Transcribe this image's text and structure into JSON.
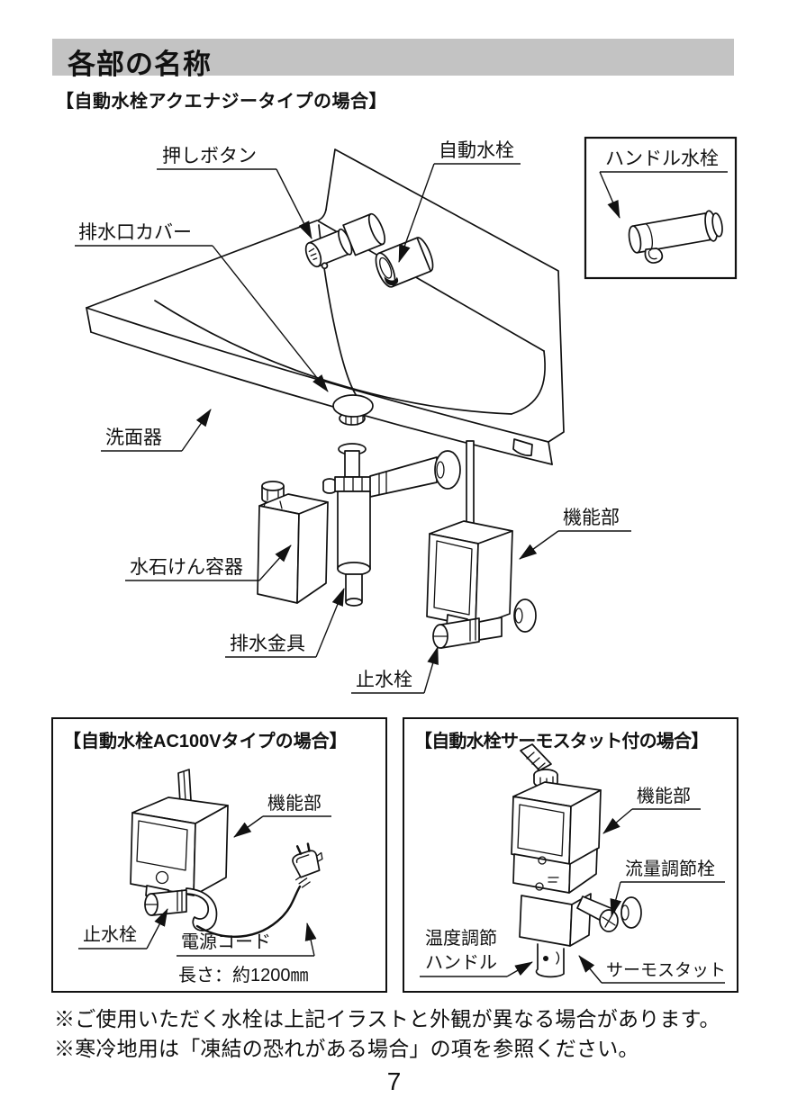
{
  "header": {
    "title": "各部の名称"
  },
  "subtitle": "【自動水栓アクエナジータイプの場合】",
  "main_diagram": {
    "labels": {
      "push_button": "押しボタン",
      "auto_faucet": "自動水栓",
      "handle_faucet": "ハンドル水栓",
      "drain_cover": "排水口カバー",
      "washbasin": "洗面器",
      "soap_container": "水石けん容器",
      "drain_fitting": "排水金具",
      "stop_valve": "止水栓",
      "function_unit": "機能部"
    }
  },
  "ac100v_box": {
    "title": "【自動水栓AC100Vタイプの場合】",
    "labels": {
      "function_unit": "機能部",
      "stop_valve": "止水栓",
      "power_cord": "電源コード",
      "cord_length": "長さ：約1200㎜"
    }
  },
  "thermostat_box": {
    "title": "【自動水栓サーモスタット付の場合】",
    "labels": {
      "function_unit": "機能部",
      "flow_valve": "流量調節栓",
      "temp_handle_line1": "温度調節",
      "temp_handle_line2": "ハンドル",
      "thermostat": "サーモスタット"
    }
  },
  "footer": {
    "notes": [
      "※ご使用いただく水栓は上記イラストと外観が異なる場合があります。",
      "※寒冷地用は「凍結の恐れがある場合」の項を参照ください。"
    ],
    "page_number": "7"
  },
  "colors": {
    "header_bg": "#c3c3c3",
    "ink": "#111111"
  }
}
